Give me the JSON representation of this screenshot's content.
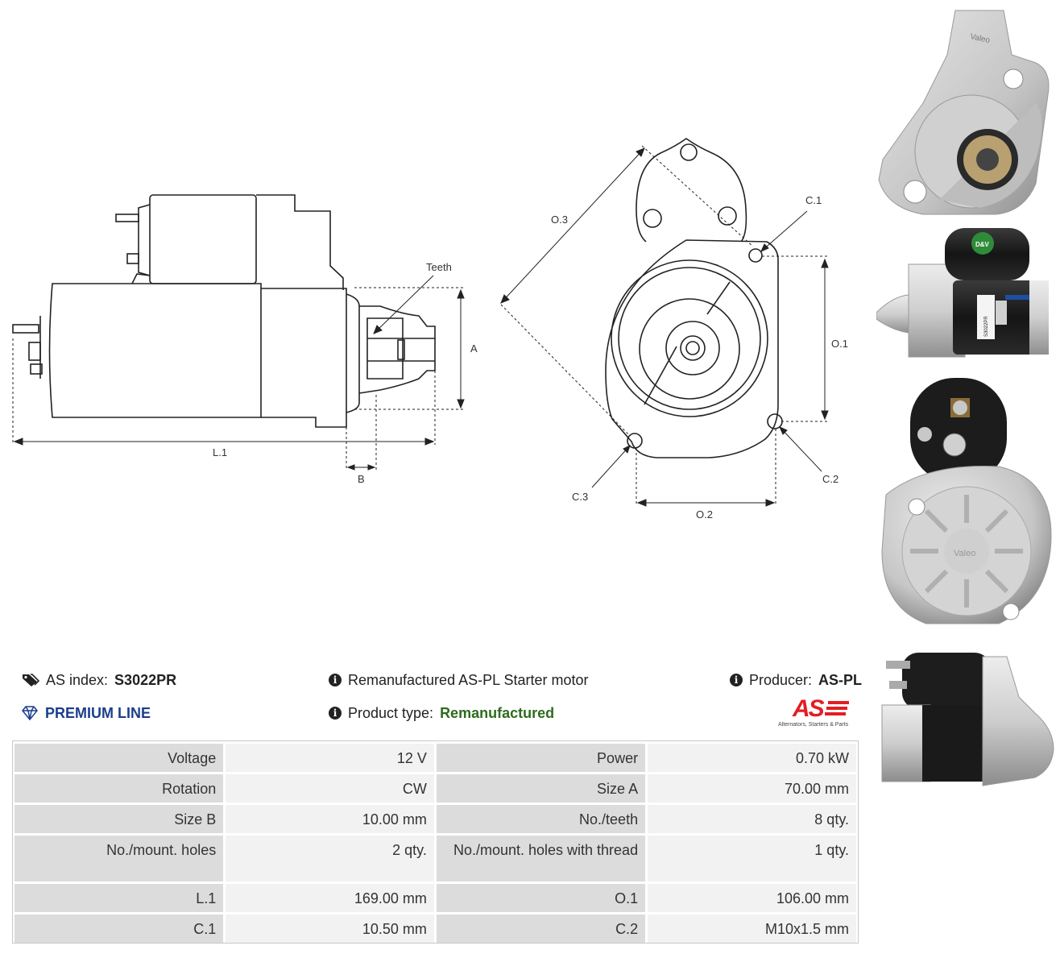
{
  "diagram": {
    "labels": {
      "teeth": "Teeth",
      "a": "A",
      "l1": "L.1",
      "b": "B",
      "o1": "O.1",
      "o2": "O.2",
      "o3": "O.3",
      "c1": "C.1",
      "c2": "C.2",
      "c3": "C.3"
    }
  },
  "photos": {
    "photo1_text": "Valeo",
    "photo2_badge": "D&V",
    "photo2_label": "S3022PR",
    "photo3_text": "Valeo"
  },
  "info": {
    "as_index_label": "AS index:",
    "as_index_value": "S3022PR",
    "premium": "PREMIUM LINE",
    "description": "Remanufactured AS-PL Starter motor",
    "product_type_label": "Product type:",
    "product_type_value": "Remanufactured",
    "producer_label": "Producer:",
    "producer_value": "AS-PL",
    "logo_text": "AS",
    "logo_tagline": "Alternators, Starters & Parts"
  },
  "colors": {
    "premium": "#1b3e8c",
    "remanufactured": "#2e6b1f",
    "logo_red": "#e31e24"
  },
  "specs": [
    [
      {
        "label": "Voltage",
        "value": "12 V"
      },
      {
        "label": "Power",
        "value": "0.70 kW"
      }
    ],
    [
      {
        "label": "Rotation",
        "value": "CW"
      },
      {
        "label": "Size A",
        "value": "70.00 mm"
      }
    ],
    [
      {
        "label": "Size B",
        "value": "10.00 mm"
      },
      {
        "label": "No./teeth",
        "value": "8 qty."
      }
    ],
    [
      {
        "label": "No./mount. holes",
        "value": "2 qty."
      },
      {
        "label": "No./mount. holes with thread",
        "value": "1 qty."
      }
    ],
    [
      {
        "label": "L.1",
        "value": "169.00 mm"
      },
      {
        "label": "O.1",
        "value": "106.00 mm"
      }
    ],
    [
      {
        "label": "C.1",
        "value": "10.50 mm"
      },
      {
        "label": "C.2",
        "value": "M10x1.5 mm"
      }
    ]
  ]
}
